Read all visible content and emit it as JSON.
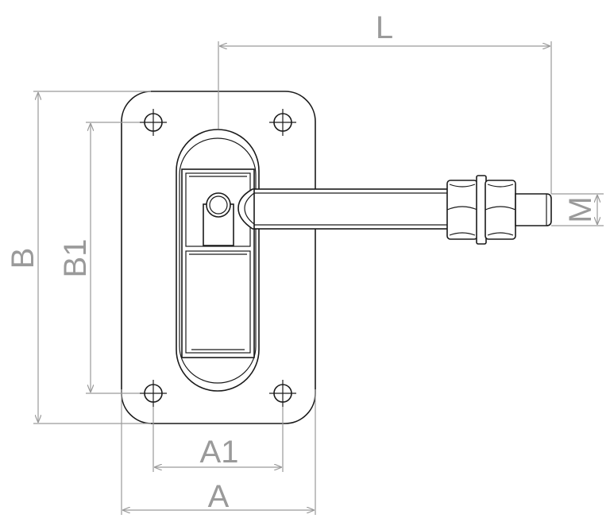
{
  "labels": {
    "L": "L",
    "M": "M",
    "B": "B",
    "B1": "B1",
    "A1": "A1",
    "A": "A"
  },
  "colors": {
    "line": "#1a1a1a",
    "dimension": "#9a9a9a",
    "background": "#ffffff"
  }
}
